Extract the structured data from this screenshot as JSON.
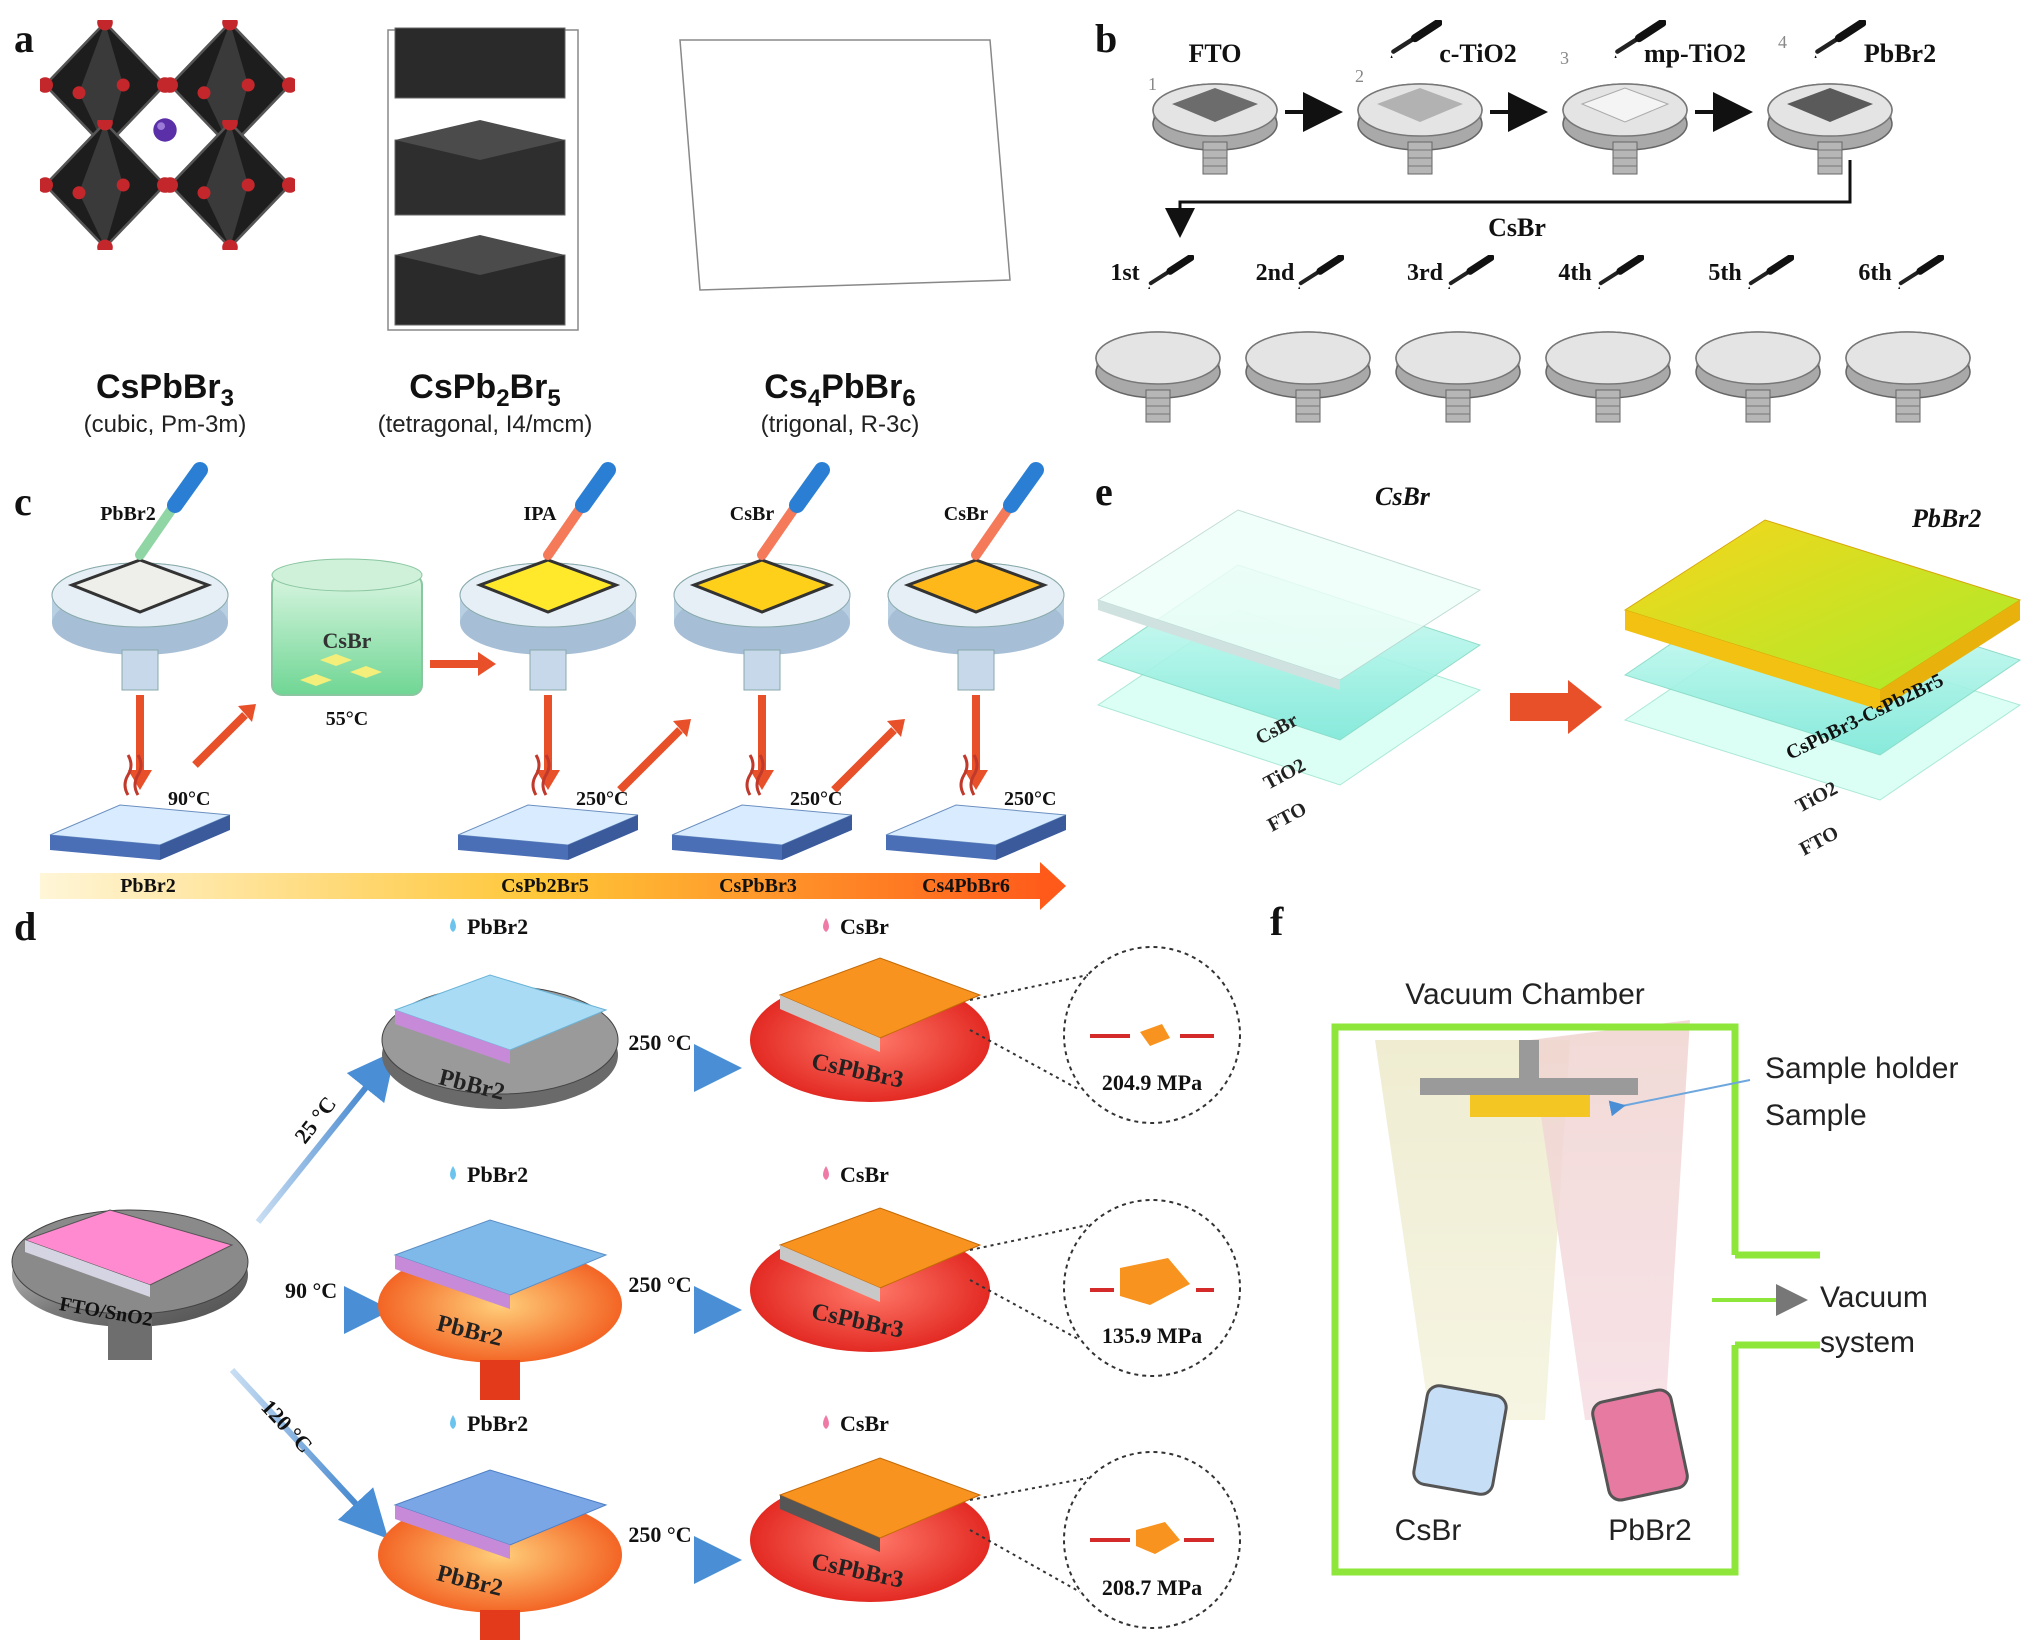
{
  "panel_labels": {
    "a": "a",
    "b": "b",
    "c": "c",
    "d": "d",
    "e": "e",
    "f": "f"
  },
  "panel_a": {
    "structures": [
      {
        "formula": "CsPbBr3",
        "subtitle": "(cubic, Pm-3m)"
      },
      {
        "formula": "CsPb2Br5",
        "subtitle": "(tetragonal, I4/mcm)"
      },
      {
        "formula": "Cs4PbBr6",
        "subtitle": "(trigonal, R-3c)"
      }
    ]
  },
  "panel_b": {
    "top_steps": [
      "FTO",
      "c-TiO2",
      "mp-TiO2",
      "PbBr2"
    ],
    "layer_numbers": [
      "1",
      "2",
      "3",
      "4"
    ],
    "arrow_label": "CsBr",
    "cycles": [
      "1st",
      "2nd",
      "3rd",
      "4th",
      "5th",
      "6th"
    ]
  },
  "panel_c": {
    "drop_labels": [
      "PbBr2",
      "IPA",
      "CsBr",
      "CsBr"
    ],
    "bath_label": "CsBr",
    "bath_temp": "55°C",
    "anneal_temps": [
      "90°C",
      "250°C",
      "250°C",
      "250°C"
    ],
    "phase_sequence": [
      "PbBr2",
      "CsPb2Br5",
      "CsPbBr3",
      "Cs4PbBr6"
    ]
  },
  "panel_d": {
    "substrate": "FTO/SnO2",
    "paths": [
      {
        "temp": "25 °C",
        "precursor": "PbBr2",
        "film": "PbBr2",
        "anneal": "250 °C",
        "drop": "CsBr",
        "product": "CsPbBr3",
        "stress": "204.9 MPa"
      },
      {
        "temp": "90 °C",
        "precursor": "PbBr2",
        "film": "PbBr2",
        "anneal": "250 °C",
        "drop": "CsBr",
        "product": "CsPbBr3",
        "stress": "135.9 MPa"
      },
      {
        "temp": "120 °C",
        "precursor": "PbBr2",
        "film": "PbBr2",
        "anneal": "250 °C",
        "drop": "CsBr",
        "product": "CsPbBr3",
        "stress": "208.7 MPa"
      }
    ]
  },
  "panel_e": {
    "left_source": "CsBr",
    "right_source": "PbBr2",
    "left_layers": [
      "CsBr",
      "TiO2",
      "FTO"
    ],
    "right_layers": [
      "CsPbBr3-CsPb2Br5",
      "TiO2",
      "FTO"
    ]
  },
  "panel_f": {
    "chamber": "Vacuum Chamber",
    "holder": "Sample holder",
    "sample": "Sample",
    "pump_line1": "Vacuum",
    "pump_line2": "system",
    "source_left": "CsBr",
    "source_right": "PbBr2"
  },
  "colors": {
    "green_frame": "#8ee63a",
    "arrow_red": "#e8502a",
    "arrow_blue": "#4a8fd6",
    "crystal_orange": "#f7931e",
    "pbbr_yellow": "#f5e31a"
  }
}
